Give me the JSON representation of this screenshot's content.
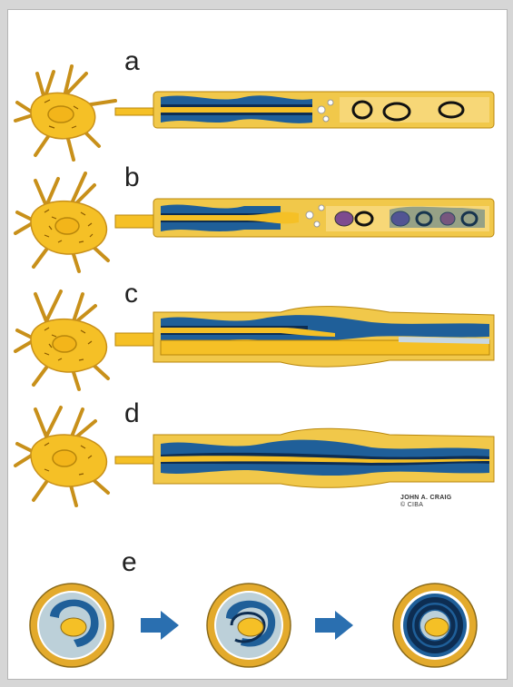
{
  "panels": [
    {
      "label": "a"
    },
    {
      "label": "b"
    },
    {
      "label": "c"
    },
    {
      "label": "d"
    },
    {
      "label": "e"
    }
  ],
  "signature": {
    "line1": "JOHN A. CRAIG",
    "line2": "© CIBA"
  },
  "colors": {
    "axon": "#f5c026",
    "axon_outline": "#b8860b",
    "myelin": "#1f5f99",
    "myelin_dark": "#0d2d52",
    "schwann_light": "#9dc3d8",
    "background": "#ffffff"
  }
}
